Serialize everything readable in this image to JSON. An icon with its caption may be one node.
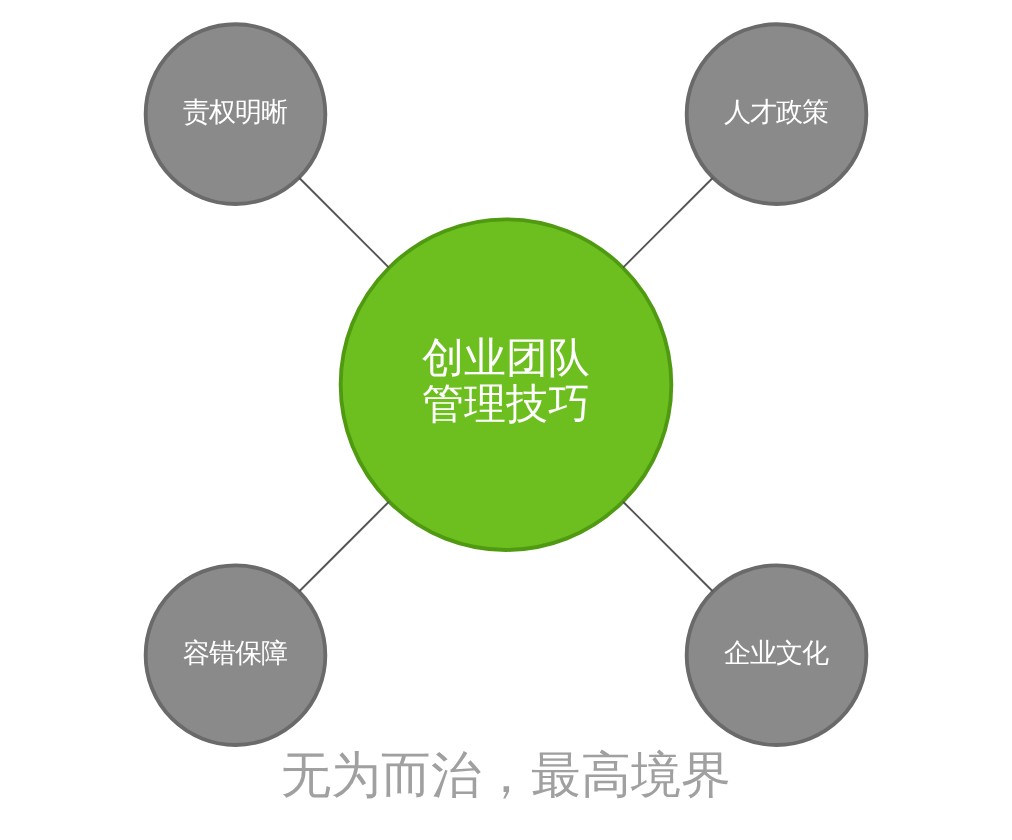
{
  "diagram": {
    "caption": "无为而治，最高境界",
    "nodes": [
      {
        "text": [
          "人才政策"
        ]
      },
      {
        "text": [
          "责权明晰"
        ]
      },
      {
        "text": [
          "创业团队管理技巧"
        ]
      },
      {
        "text": [
          "容错保障"
        ]
      },
      {
        "text": [
          "企业文化"
        ]
      }
    ],
    "edges": [
      {
        "from": 2,
        "to": 0,
        "arrow": "none"
      },
      {
        "from": 2,
        "to": 1,
        "arrow": "none"
      },
      {
        "from": 2,
        "to": 3,
        "arrow": "none"
      },
      {
        "from": 2,
        "to": 4,
        "arrow": "none"
      }
    ]
  }
}
